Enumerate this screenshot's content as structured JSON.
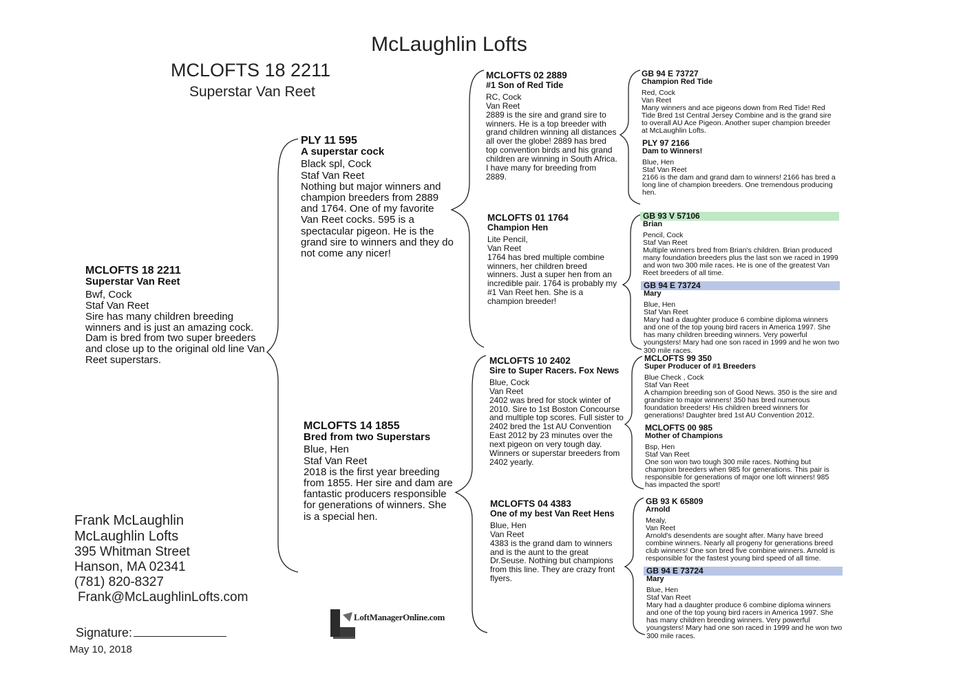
{
  "header": {
    "title": "McLaughlin Lofts",
    "main_id": "MCLOFTS 18 2211",
    "main_name": "Superstar Van Reet"
  },
  "subject": {
    "id": "MCLOFTS 18 2211",
    "name": "Superstar Van Reet",
    "lines": [
      "Bwf, Cock",
      "Staf Van Reet"
    ],
    "description": "Sire has many children breeding winners and is just an amazing cock.  Dam is bred from two super breeders and close up to the original old line Van Reet superstars."
  },
  "sire": {
    "id": "PLY 11 595",
    "name": "A superstar cock",
    "lines": [
      "Black spl, Cock",
      "Staf Van Reet"
    ],
    "description": "Nothing but major winners and champion breeders from 2889 and 1764.  One of my favorite Van Reet cocks.  595 is a spectacular pigeon.  He is the grand sire to winners and they do not come any nicer!"
  },
  "dam": {
    "id": "MCLOFTS 14 1855",
    "name": "Bred from two Superstars",
    "lines": [
      "Blue, Hen",
      "Staf Van Reet"
    ],
    "description": "2018 is the first year breeding from 1855.  Her sire and dam are fantastic producers responsible for generations of winners.  She is a special hen."
  },
  "grandparents": [
    {
      "id": "MCLOFTS 02 2889",
      "name": "#1 Son of Red Tide",
      "lines": [
        "RC, Cock",
        "Van Reet"
      ],
      "description": "2889 is the sire and grand sire to winners.  He is a top breeder with grand children winning all distances all over the globe!  2889 has bred top convention birds and his grand children are winning in South Africa. I have many for breeding from 2889."
    },
    {
      "id": "MCLOFTS 01 1764",
      "name": "Champion Hen",
      "lines": [
        "Lite Pencil,",
        "Van Reet"
      ],
      "description": "1764 has bred multiple combine winners, her children breed winners.  Just a super hen from an incredible pair.  1764 is probably my #1 Van Reet hen.  She is a champion breeder!"
    },
    {
      "id": "MCLOFTS 10 2402",
      "name": "Sire to Super Racers. Fox News",
      "lines": [
        "Blue, Cock",
        "Van Reet"
      ],
      "description": "2402 was bred for stock winter of 2010. Sire to 1st Boston Concourse and multiple top scores.  Full sister to 2402 bred the 1st AU Convention East 2012 by 23 minutes over the next pigeon on very tough day.  Winners or superstar breeders from 2402 yearly."
    },
    {
      "id": "MCLOFTS 04 4383",
      "name": "One of my best Van Reet Hens",
      "lines": [
        "Blue, Hen",
        "Van Reet"
      ],
      "description": "4383 is the grand dam to winners and is the aunt to the great Dr.Seuse.  Nothing but champions from this line.  They are crazy front flyers."
    }
  ],
  "great_grandparents": [
    {
      "id": "GB 94 E 73727",
      "name": "Champion Red Tide",
      "lines": [
        "Red, Cock",
        "Van Reet"
      ],
      "description": "Many winners and ace pigeons down from Red Tide! Red Tide Bred 1st Central Jersey Combine and is the grand sire to overall AU Ace Pigeon. Another super champion breeder at McLaughlin Lofts.",
      "highlight": ""
    },
    {
      "id": "PLY 97 2166",
      "name": "Dam to Winners!",
      "lines": [
        "Blue, Hen",
        "Staf Van Reet"
      ],
      "description": "2166 is the dam and grand dam to winners! 2166 has bred a long line of champion breeders.  One tremendous producing hen.",
      "highlight": ""
    },
    {
      "id": "GB 93 V 57106",
      "name": "Brian",
      "lines": [
        "Pencil, Cock",
        "Staf Van Reet"
      ],
      "description": "Multiple winners bred from Brian's children. Brian produced many foundation breeders plus the last son we raced in 1999 and won two 300 mile races. He is one of the greatest Van Reet breeders of all time.",
      "highlight": "#bfe8c4"
    },
    {
      "id": "GB 94 E 73724",
      "name": "Mary",
      "lines": [
        "Blue, Hen",
        "Staf Van Reet"
      ],
      "description": "Mary had a daughter produce 6 combine diploma winners and one of the top young bird racers in America 1997.  She has many children breeding winners.  Very powerful youngsters!  Mary had one son raced in 1999 and he won two 300 mile races.",
      "highlight": "#b9c6e6"
    },
    {
      "id": "MCLOFTS 99 350",
      "name": "Super Producer of #1 Breeders",
      "lines": [
        "Blue Check , Cock",
        "Staf Van Reet"
      ],
      "description": "A champion breeding son of Good News.  350 is the sire and grandsire to major winners! 350 has bred numerous foundation breeders!  His children breed winners for generations! Daughter bred 1st AU Convention 2012.",
      "highlight": ""
    },
    {
      "id": "MCLOFTS 00 985",
      "name": "Mother of Champions",
      "lines": [
        "Bsp, Hen",
        "Staf Van Reet"
      ],
      "description": "One son won two tough 300 mile races.  Nothing but champion breeders when 985 for generations.  This pair is responsible for generations of major one loft winners! 985 has impacted the sport!",
      "highlight": ""
    },
    {
      "id": "GB 93 K 65809",
      "name": "Arnold",
      "lines": [
        "Mealy,",
        "Van Reet"
      ],
      "description": "Arnold's desendents are sought after. Many have breed combine winners.  Nearly all progeny for generations breed club winners!  One son bred five combine winners.  Arnold is responsible for the fastest young bird speed of all time.",
      "highlight": ""
    },
    {
      "id": "GB 94 E 73724",
      "name": "Mary",
      "lines": [
        "Blue, Hen",
        "Staf Van Reet"
      ],
      "description": "Mary had a daughter produce 6 combine diploma winners and one of the top young bird racers in America 1997.  She has many children breeding winners.  Very powerful youngsters!  Mary had one son raced in 1999 and he won two 300 mile races.",
      "highlight": "#b9c6e6"
    }
  ],
  "contact": {
    "name": "Frank McLaughlin",
    "loft": "McLaughlin Lofts",
    "street": "395 Whitman Street",
    "city": "Hanson, MA 02341",
    "phone": "(781) 820-8327",
    "email": "Frank@McLaughlinLofts.com"
  },
  "signature_label": "Signature:",
  "date": "May 10, 2018",
  "logo_text": "LoftManagerOnline.com"
}
